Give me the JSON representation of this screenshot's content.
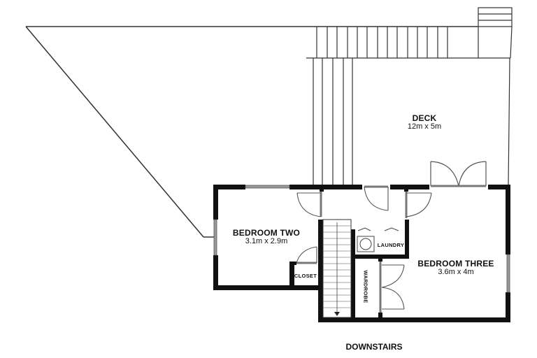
{
  "plan": {
    "level_label": "DOWNSTAIRS",
    "colors": {
      "wall": "#111111",
      "line": "#333333",
      "window": "#8a8a8a",
      "background": "#ffffff"
    },
    "rooms": [
      {
        "name": "DECK",
        "dimensions": "12m x 5m"
      },
      {
        "name": "BEDROOM TWO",
        "dimensions": "3.1m x 2.9m"
      },
      {
        "name": "BEDROOM THREE",
        "dimensions": "3.6m x 4m"
      },
      {
        "name": "LAUNDRY"
      },
      {
        "name": "CLOSET"
      },
      {
        "name": "WARDROBE"
      }
    ]
  }
}
